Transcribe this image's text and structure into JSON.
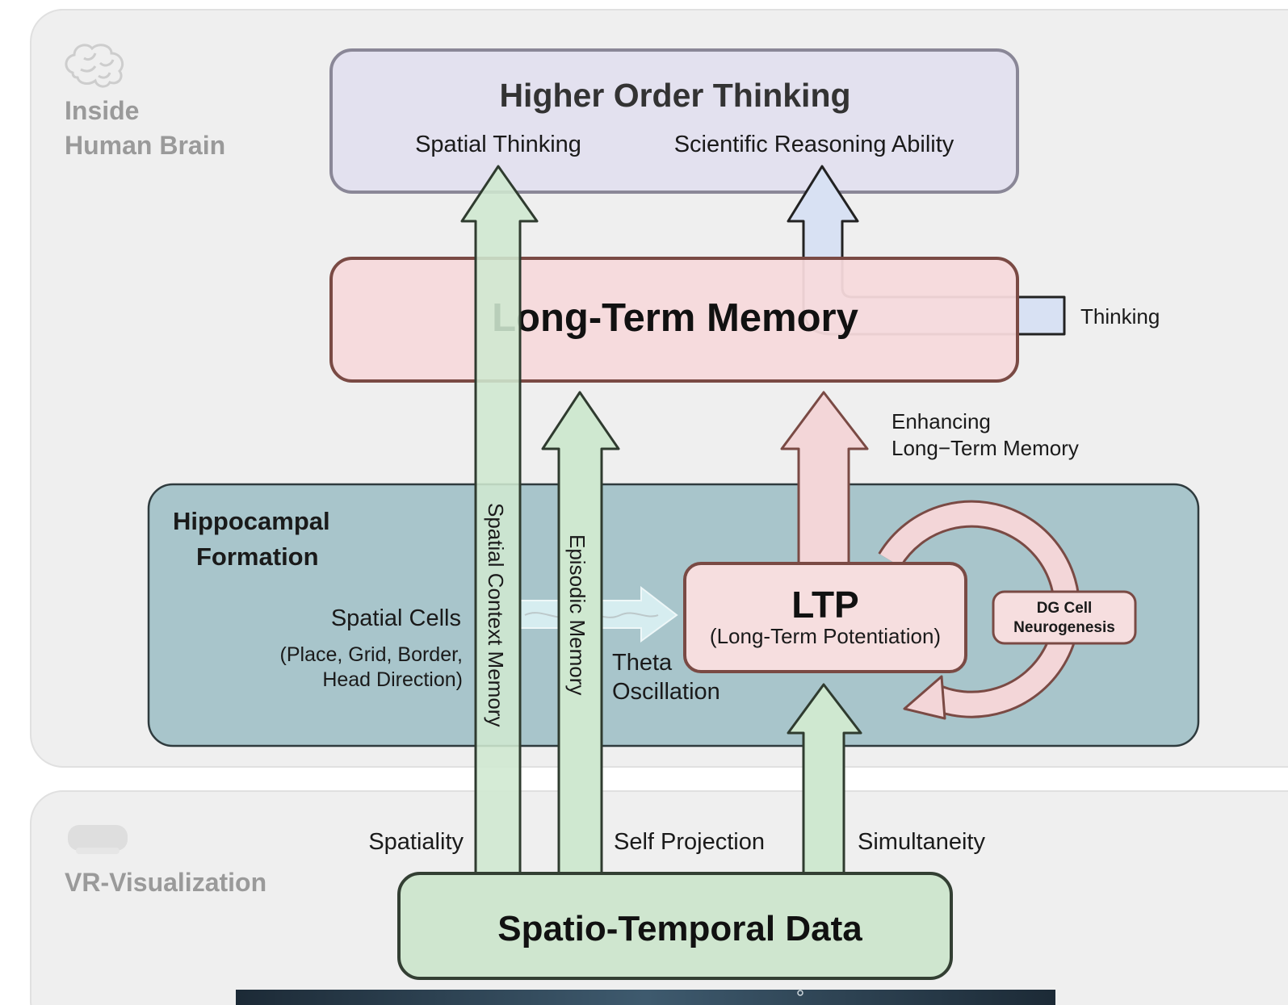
{
  "regions": {
    "brain_label_line1": "Inside",
    "brain_label_line2": "Human Brain",
    "vr_label": "VR-Visualization",
    "hippocampus_line1": "Hippocampal",
    "hippocampus_line2": "Formation"
  },
  "nodes": {
    "higher_order": {
      "title": "Higher Order Thinking",
      "item1": "Spatial Thinking",
      "item2": "Scientific Reasoning Ability"
    },
    "ltm": {
      "title": "Long-Term Memory"
    },
    "ltp": {
      "title": "LTP",
      "subtitle": "(Long-Term Potentiation)"
    },
    "dg": {
      "line1": "DG Cell",
      "line2": "Neurogenesis"
    },
    "std": {
      "title": "Spatio-Temporal Data"
    }
  },
  "labels": {
    "thinking": "Thinking",
    "enhancing_line1": "Enhancing",
    "enhancing_line2": "Long−Term Memory",
    "spatial_cells": "Spatial Cells",
    "spatial_cells_sub1": "(Place, Grid, Border,",
    "spatial_cells_sub2": "Head Direction)",
    "theta_line1": "Theta",
    "theta_line2": "Oscillation",
    "spatial_context_memory": "Spatial Context Memory",
    "episodic_memory": "Episodic Memory",
    "spatiality": "Spatiality",
    "self_projection": "Self Projection",
    "simultaneity": "Simultaneity"
  },
  "icons": {
    "brain": "brain-icon",
    "vr": "vr-headset-icon"
  },
  "colors": {
    "panel_bg": "#efefef",
    "higher_fill": "#e3e1ef",
    "ltm_fill": "#f6dadc",
    "ltp_fill": "#f6dedf",
    "hippocampus_fill": "#a8c5cb",
    "std_fill": "#cfe6cf",
    "green_arrow": "#cfe8d0",
    "blue_arrow": "#d8e1f3",
    "pink_arrow": "#f3d6d8"
  }
}
